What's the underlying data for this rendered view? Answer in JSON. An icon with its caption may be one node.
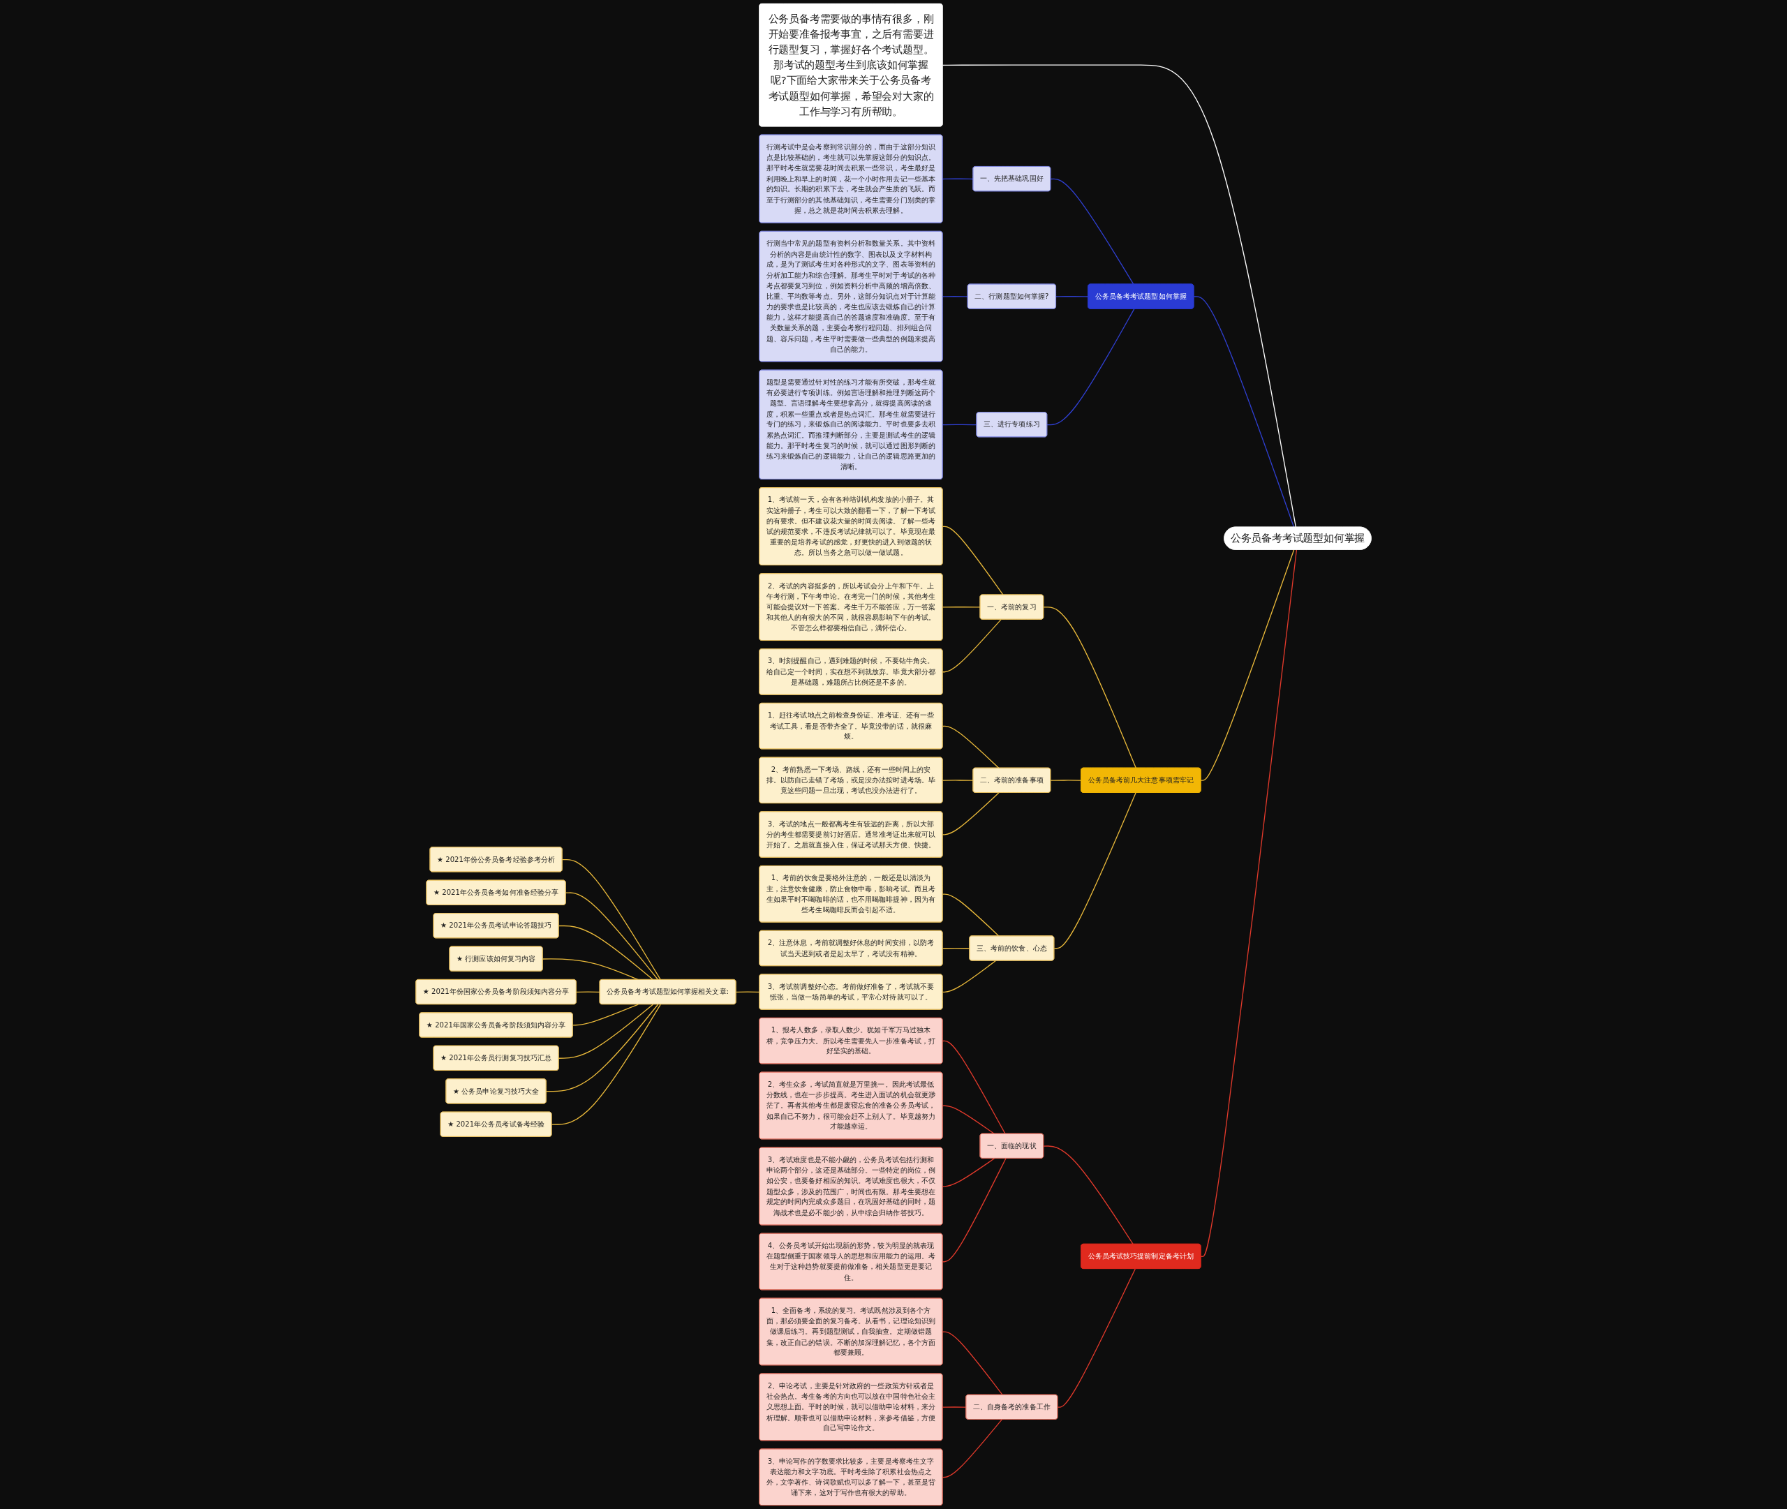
{
  "diagram": {
    "nodes": [
      {
        "text": [
          "公务员备考考试题型如何掌握"
        ]
      },
      {
        "text": [
          "公务员备考需要做的事情有很多，刚开始要准备报考事宜，之后有需要进行题型复习，掌握好各个考试题型。那考试的题型考生到底该如何掌握呢?下面给大家带来关于公务员备考考试题型如何掌握，希望会对大家的工作与学习有所帮助。"
        ]
      },
      {
        "text": [
          "公务员备考考试题型如何掌握"
        ]
      },
      {
        "text": [
          "一、先把基础巩固好"
        ]
      },
      {
        "text": [
          "行测考试中是会考察到常识部分的，而由于这部分知识点是比较基础的，考生就可以先掌握这部分的知识点。那平时考生就需要花时间去积累一些常识，考生最好是利用晚上和早上的时间，花一个小时作用去记一些基本的知识。长期的积累下去，考生就会产生质的飞跃。而至于行测部分的其他基础知识，考生需要分门别类的掌握，总之就是花时间去积累去理解。"
        ]
      },
      {
        "text": [
          "二、行测题型如何掌握?"
        ]
      },
      {
        "text": [
          "行测当中常见的题型有资料分析和数量关系。其中资料分析的内容是由统计性的数字、图表以及文字材料构成，是为了测试考生对各种形式的文字、图表等资料的分析加工能力和综合理解。那考生平时对于考试的各种考点都要复习到位，例如资料分析中高频的增高倍数、比重、平均数等考点。另外，这部分知识点对于计算能力的要求也是比较高的，考生也应该去锻炼自己的计算能力，这样才能提高自己的答题速度和准确度。至于有关数量关系的题，主要会考察行程问题、排列组合问题、容斥问题，考生平时需要做一些典型的例题来提高自己的能力。"
        ]
      },
      {
        "text": [
          "三、进行专项练习"
        ]
      },
      {
        "text": [
          "题型是需要通过针对性的练习才能有所突破，那考生就有必要进行专项训练。例如言语理解和推理判断这两个题型。言语理解考生要想拿高分，就得提高阅读的速度，积累一些重点或者是热点词汇。那考生就需要进行专门的练习，来锻炼自己的阅读能力。平时也要多去积累热点词汇。而推理判断部分，主要是测试考生的逻辑能力。那平时考生复习的时候，就可以通过图形判断的练习来锻炼自己的逻辑能力，让自己的逻辑思路更加的清晰。"
        ]
      },
      {
        "text": [
          "公务员备考前几大注意事项需牢记"
        ]
      },
      {
        "text": [
          "一、考前的复习"
        ]
      },
      {
        "text": [
          "1、考试前一天，会有各种培训机构发放的小册子。其实这种册子，考生可以大致的翻看一下，了解一下考试的有要求。但不建议花大量的时间去阅读。了解一些考试的规范要求，不违反考试纪律就可以了。毕竟现在最重要的是培养考试的感觉，好更快的进入到做题的状态。所以当务之急可以做一做试题。"
        ]
      },
      {
        "text": [
          "2、考试的内容挺多的，所以考试会分上午和下午。上午考行测，下午考申论。在考完一门的时候，其他考生可能会提议对一下答案。考生千万不能答应，万一答案和其他人的有很大的不同，就很容易影响下午的考试。不管怎么样都要相信自己，满怀信心。"
        ]
      },
      {
        "text": [
          "3、时刻提醒自己，遇到难题的时候，不要钻牛角尖。给自己定一个时间，实在想不到就放弃。毕竟大部分都是基础题，难题所占比例还是不多的。"
        ]
      },
      {
        "text": [
          "二、考前的准备事项"
        ]
      },
      {
        "text": [
          "1、赶往考试地点之前检查身份证、准考证、还有一些考试工具，看是否带齐全了。毕竟没带的话，就很麻烦。"
        ]
      },
      {
        "text": [
          "2、考前熟悉一下考场、路线，还有一些时间上的安排。以防自己走错了考场，或是没办法按时进考场。毕竟这些问题一旦出现，考试也没办法进行了。"
        ]
      },
      {
        "text": [
          "3、考试的地点一般都离考生有较远的距离，所以大部分的考生都需要提前订好酒店。通常准考证出来就可以开始了。之后就直接入住，保证考试那天方便、快捷。"
        ]
      },
      {
        "text": [
          "三、考前的饮食、心态"
        ]
      },
      {
        "text": [
          "1、考前的饮食是要格外注意的，一般还是以清淡为主，注意饮食健康，防止食物中毒，影响考试。而且考生如果平时不喝咖啡的话，也不用喝咖啡提神，因为有些考生喝咖啡反而会引起不适。"
        ]
      },
      {
        "text": [
          "2、注意休息，考前就调整好休息的时间安排，以防考试当天迟到或者是起太早了，考试没有精神。"
        ]
      },
      {
        "text": [
          "3、考试前调整好心态。考前做好准备了，考试就不要慌张，当做一场简单的考试，平常心对待就可以了。"
        ]
      },
      {
        "text": [
          "公务员备考考试题型如何掌握相关文章:"
        ]
      },
      {
        "text": [
          "★ 2021年份公务员备考经验参考分析"
        ]
      },
      {
        "text": [
          "★ 2021年公务员备考如何准备经验分享"
        ]
      },
      {
        "text": [
          "★ 2021年公务员考试申论答题技巧"
        ]
      },
      {
        "text": [
          "★ 行测应该如何复习内容"
        ]
      },
      {
        "text": [
          "★ 2021年份国家公务员备考阶段须知内容分享"
        ]
      },
      {
        "text": [
          "★ 2021年国家公务员备考阶段须知内容分享"
        ]
      },
      {
        "text": [
          "★ 2021年公务员行测复习技巧汇总"
        ]
      },
      {
        "text": [
          "★ 公务员申论复习技巧大全"
        ]
      },
      {
        "text": [
          "★ 2021年公务员考试备考经验"
        ]
      },
      {
        "text": [
          "公务员考试技巧提前制定备考计划"
        ]
      },
      {
        "text": [
          "一、面临的现状"
        ]
      },
      {
        "text": [
          "1、报考人数多，录取人数少。犹如千军万马过独木桥，竞争压力大。所以考生需要先人一步准备考试，打好坚实的基础。"
        ]
      },
      {
        "text": [
          "2、考生众多，考试简直就是万里挑一。因此考试最低分数线，也在一步步提高。考生进入面试的机会就更渺茫了。再者其他考生都是废寝忘食的准备公务员考试，如果自己不努力，很可能会赶不上别人了。毕竟越努力才能越幸运。"
        ]
      },
      {
        "text": [
          "3、考试难度也是不能小觑的，公务员考试包括行测和申论两个部分，这还是基础部分。一些特定的岗位，例如公安，也要备好相应的知识。考试难度也很大，不仅题型众多，涉及的范围广，时间也有限。那考生要想在规定的时间内完成众多题目，在巩固好基础的同时，题海战术也是必不能少的，从中综合归纳作答技巧。"
        ]
      },
      {
        "text": [
          "4、公务员考试开始出现新的形势，较为明显的就表现在题型侧重于国家领导人的思想和应用能力的运用。考生对于这种趋势就要提前做准备，相关题型更是要记住。"
        ]
      },
      {
        "text": [
          "二、自身备考的准备工作"
        ]
      },
      {
        "text": [
          "1、全面备考，系统的复习。考试既然涉及到各个方面，那必须要全面的复习备考。从看书，记理论知识到做课后练习。再到题型测试，自我抽查。定期做错题集，改正自己的错误。不断的加深理解记忆，各个方面都要兼顾。"
        ]
      },
      {
        "text": [
          "2、申论考试，主要是针对政府的一些政策方针或者是社会热点。考生备考的方向也可以放在中国特色社会主义思想上面。平时的时候，就可以借助申论材料，来分析理解。顺带也可以借助申论材料，来参考借鉴，方便自己写申论作文。"
        ]
      },
      {
        "text": [
          "3、申论写作的字数要求比较多，主要是考察考生文字表达能力和文字功底。平时考生除了积累社会热点之外，文学著作、诗词歌赋也可以多了解一下，甚至是背诵下来，这对于写作也有很大的帮助。"
        ]
      }
    ],
    "edges": [
      {
        "from": 0,
        "to": 1,
        "arrow": "none",
        "color": "#ffffff"
      },
      {
        "from": 0,
        "to": 2,
        "arrow": "none",
        "color": "#2f3fd0"
      },
      {
        "from": 2,
        "to": 3,
        "arrow": "none",
        "color": "#2f3fd0"
      },
      {
        "from": 3,
        "to": 4,
        "arrow": "none",
        "color": "#2f3fd0"
      },
      {
        "from": 2,
        "to": 5,
        "arrow": "none",
        "color": "#2f3fd0"
      },
      {
        "from": 5,
        "to": 6,
        "arrow": "none",
        "color": "#2f3fd0"
      },
      {
        "from": 2,
        "to": 7,
        "arrow": "none",
        "color": "#2f3fd0"
      },
      {
        "from": 7,
        "to": 8,
        "arrow": "none",
        "color": "#2f3fd0"
      },
      {
        "from": 0,
        "to": 9,
        "arrow": "none"
      },
      {
        "from": 9,
        "to": 10,
        "arrow": "none"
      },
      {
        "from": 10,
        "to": 11,
        "arrow": "none"
      },
      {
        "from": 10,
        "to": 12,
        "arrow": "none"
      },
      {
        "from": 10,
        "to": 13,
        "arrow": "none"
      },
      {
        "from": 9,
        "to": 14,
        "arrow": "none"
      },
      {
        "from": 14,
        "to": 15,
        "arrow": "none"
      },
      {
        "from": 14,
        "to": 16,
        "arrow": "none"
      },
      {
        "from": 14,
        "to": 17,
        "arrow": "none"
      },
      {
        "from": 9,
        "to": 18,
        "arrow": "none"
      },
      {
        "from": 18,
        "to": 19,
        "arrow": "none"
      },
      {
        "from": 18,
        "to": 20,
        "arrow": "none"
      },
      {
        "from": 18,
        "to": 21,
        "arrow": "none"
      },
      {
        "from": 21,
        "to": 22,
        "arrow": "none"
      },
      {
        "from": 22,
        "to": 23,
        "arrow": "none"
      },
      {
        "from": 22,
        "to": 24,
        "arrow": "none"
      },
      {
        "from": 22,
        "to": 25,
        "arrow": "none"
      },
      {
        "from": 22,
        "to": 26,
        "arrow": "none"
      },
      {
        "from": 22,
        "to": 27,
        "arrow": "none"
      },
      {
        "from": 22,
        "to": 28,
        "arrow": "none"
      },
      {
        "from": 22,
        "to": 29,
        "arrow": "none"
      },
      {
        "from": 22,
        "to": 30,
        "arrow": "none"
      },
      {
        "from": 22,
        "to": 31,
        "arrow": "none"
      },
      {
        "from": 0,
        "to": 32,
        "arrow": "none",
        "color": "#e0392b"
      },
      {
        "from": 32,
        "to": 33,
        "arrow": "none",
        "color": "#e0392b"
      },
      {
        "from": 33,
        "to": 34,
        "arrow": "none",
        "color": "#e0392b"
      },
      {
        "from": 33,
        "to": 35,
        "arrow": "none",
        "color": "#e0392b"
      },
      {
        "from": 33,
        "to": 36,
        "arrow": "none",
        "color": "#e0392b"
      },
      {
        "from": 33,
        "to": 37,
        "arrow": "none",
        "color": "#e0392b"
      },
      {
        "from": 32,
        "to": 38,
        "arrow": "none",
        "color": "#e0392b"
      },
      {
        "from": 38,
        "to": 39,
        "arrow": "none",
        "color": "#e0392b"
      },
      {
        "from": 38,
        "to": 40,
        "arrow": "none",
        "color": "#e0392b"
      },
      {
        "from": 38,
        "to": 41,
        "arrow": "none",
        "color": "#e0392b"
      }
    ]
  }
}
